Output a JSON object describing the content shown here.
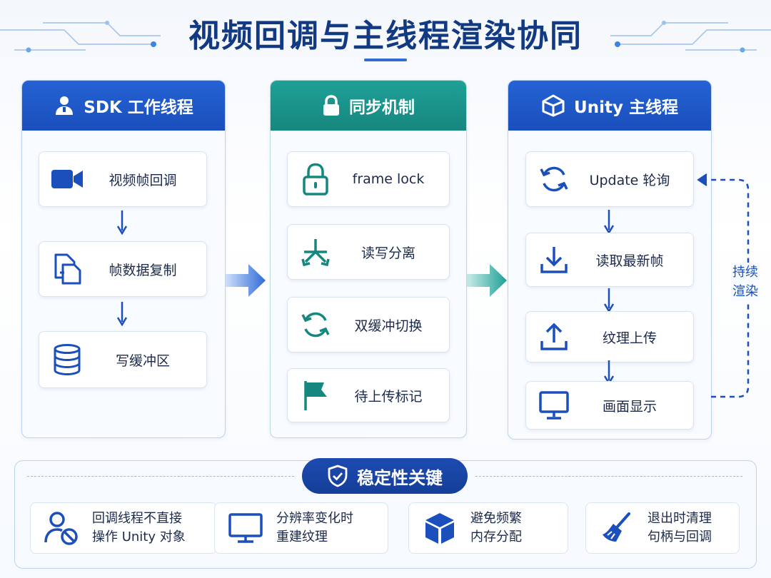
{
  "title": "视频回调与主线程渲染协同",
  "columns": [
    {
      "title": "SDK 工作线程",
      "icon": "user-worker-icon",
      "cards": [
        {
          "label": "视频帧回调",
          "icon": "video-camera-icon"
        },
        {
          "label": "帧数据复制",
          "icon": "file-copy-icon"
        },
        {
          "label": "写缓冲区",
          "icon": "database-icon"
        }
      ]
    },
    {
      "title": "同步机制",
      "icon": "lock-icon",
      "cards": [
        {
          "label": "frame lock",
          "icon": "lock-icon"
        },
        {
          "label": "读写分离",
          "icon": "split-arrows-icon"
        },
        {
          "label": "双缓冲切换",
          "icon": "refresh-cycle-icon"
        },
        {
          "label": "待上传标记",
          "icon": "flag-icon"
        }
      ]
    },
    {
      "title": "Unity 主线程",
      "icon": "unity-logo-icon",
      "cards": [
        {
          "label": "Update 轮询",
          "icon": "refresh-cycle-icon"
        },
        {
          "label": "读取最新帧",
          "icon": "download-icon"
        },
        {
          "label": "纹理上传",
          "icon": "upload-icon"
        },
        {
          "label": "画面显示",
          "icon": "monitor-icon"
        }
      ]
    }
  ],
  "loop_label": "持续渲染",
  "stability": {
    "title": "稳定性关键",
    "icon": "shield-check-icon",
    "tips": [
      {
        "line1": "回调线程不直接",
        "line2": "操作 Unity 对象",
        "icon": "user-block-icon"
      },
      {
        "line1": "分辨率变化时",
        "line2": "重建纹理",
        "icon": "monitor-icon"
      },
      {
        "line1": "避免频繁",
        "line2": "内存分配",
        "icon": "cube-icon"
      },
      {
        "line1": "退出时清理",
        "line2": "句柄与回调",
        "icon": "broom-icon"
      }
    ]
  },
  "colors": {
    "blue": "#1a4fbc",
    "teal": "#16877f",
    "navy": "#123a82"
  }
}
